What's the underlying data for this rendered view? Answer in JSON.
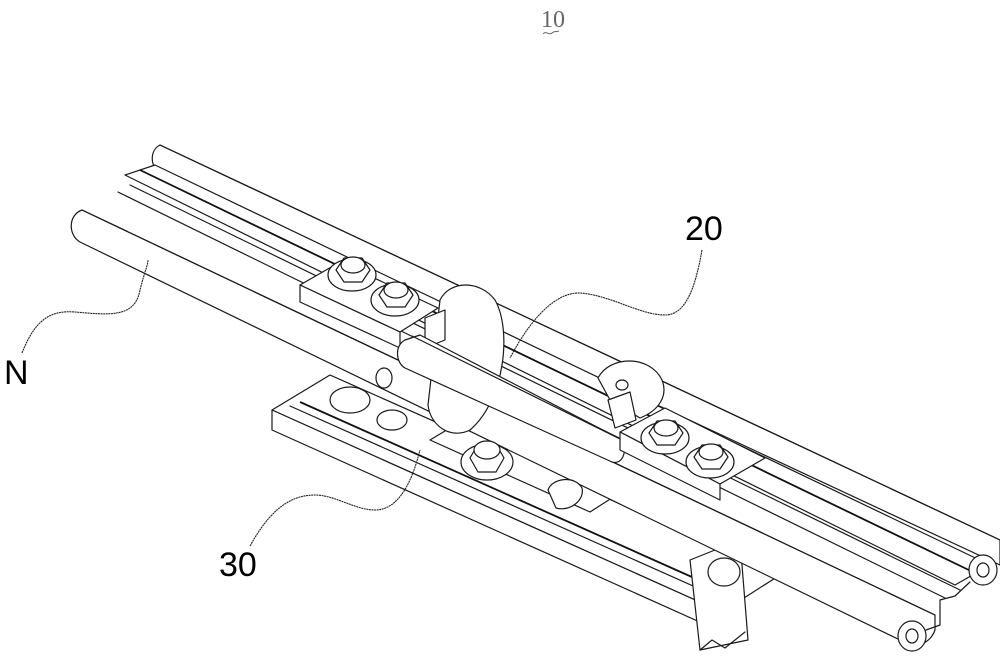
{
  "figure": {
    "reference_number": "10",
    "labels": [
      {
        "id": "N",
        "text": "N",
        "target": "conductor-rail"
      },
      {
        "id": "20",
        "text": "20",
        "target": "connecting-rod"
      },
      {
        "id": "30",
        "text": "30",
        "target": "base-bracket"
      }
    ],
    "colors": {
      "line": "#1a1a1a",
      "background": "#ffffff",
      "figure_number": "#666666"
    }
  }
}
